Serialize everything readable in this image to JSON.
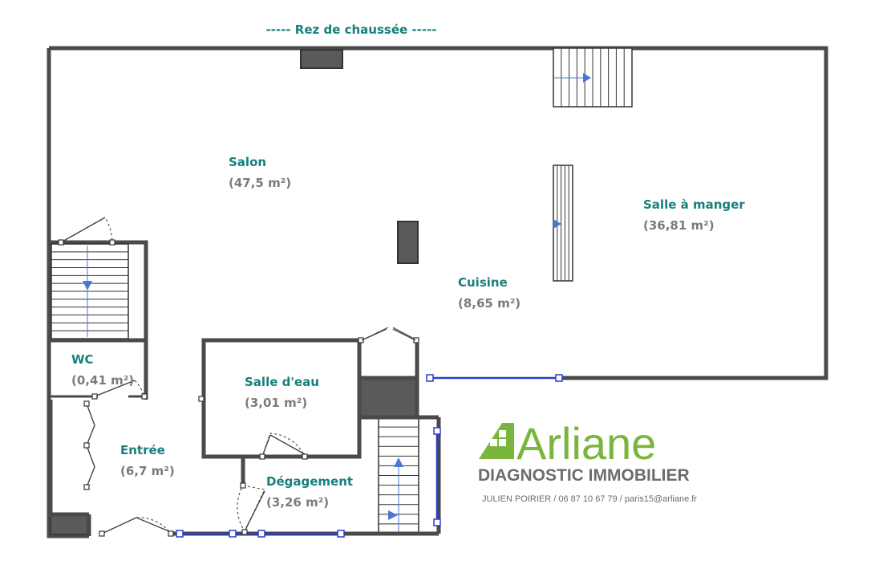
{
  "floor_title": "-----  Rez de chaussée  -----",
  "rooms": {
    "salon": {
      "name": "Salon",
      "area": "(47,5 m²)"
    },
    "salle_a_manger": {
      "name": "Salle à manger",
      "area": "(36,81 m²)"
    },
    "cuisine": {
      "name": "Cuisine",
      "area": "(8,65 m²)"
    },
    "wc": {
      "name": "WC",
      "area": "(0,41 m²)"
    },
    "salle_deau": {
      "name": "Salle d'eau",
      "area": "(3,01 m²)"
    },
    "entree": {
      "name": "Entrée",
      "area": "(6,7 m²)"
    },
    "degagement": {
      "name": "Dégagement",
      "area": "(3,26 m²)"
    }
  },
  "brand": {
    "name": "Arliane",
    "tagline": "DIAGNOSTIC IMMOBILIER",
    "contact": "JULIEN POIRIER / 06 87 10 67 79 / paris15@arliane.fr",
    "color_green": "#7ab53d",
    "color_grey": "#6c6c6c"
  },
  "colors": {
    "label_teal": "#17807c",
    "label_grey": "#7b7b7b",
    "wall": "#4a4a4a",
    "window_blue": "#2b3bd1"
  }
}
